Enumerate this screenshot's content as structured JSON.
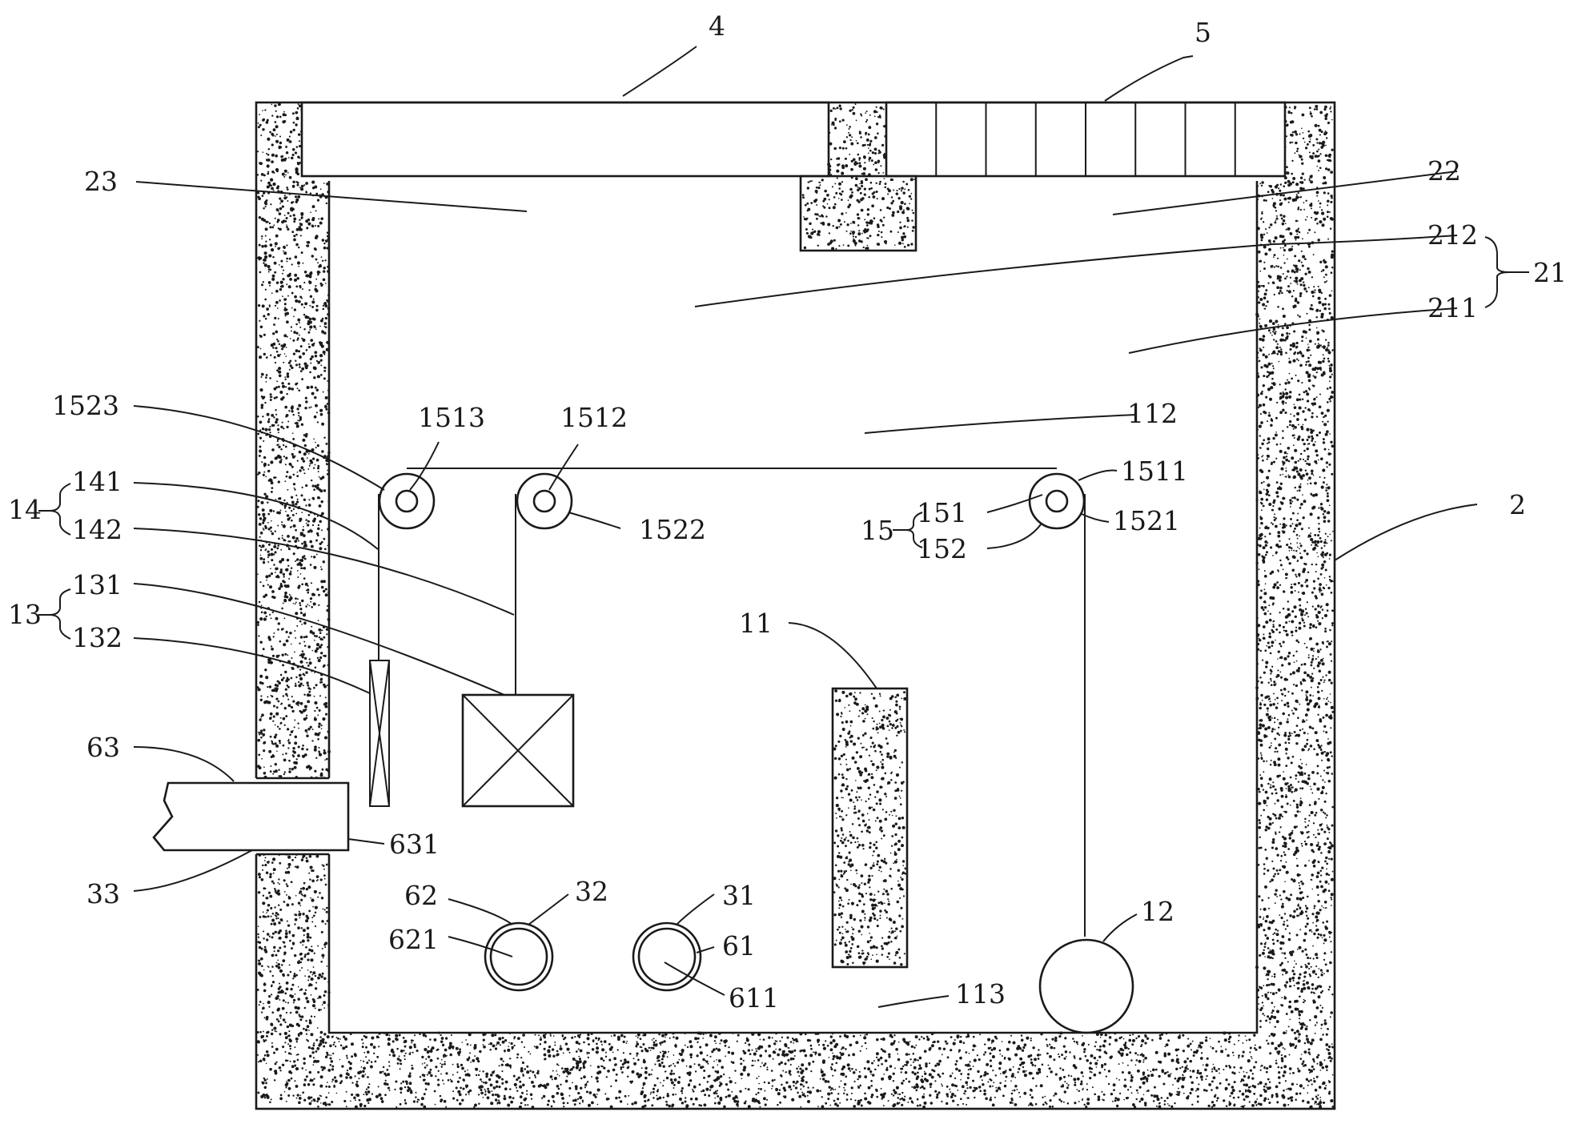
{
  "labels": {
    "l4": "4",
    "l5": "5",
    "l23": "23",
    "l22": "22",
    "l212": "212",
    "l211": "211",
    "l21": "21",
    "l1523": "1523",
    "l1513": "1513",
    "l1512": "1512",
    "l112": "112",
    "l1511": "1511",
    "l1521": "1521",
    "l1522": "1522",
    "l15": "15",
    "l151": "151",
    "l152": "152",
    "l2": "2",
    "l14": "14",
    "l141": "141",
    "l142": "142",
    "l13": "13",
    "l131": "131",
    "l132": "132",
    "l11": "11",
    "l63": "63",
    "l631": "631",
    "l33": "33",
    "l62": "62",
    "l621": "621",
    "l32": "32",
    "l31": "31",
    "l61": "61",
    "l611": "611",
    "l12": "12",
    "l113": "113"
  },
  "colors": {
    "line": "#1a1a1a",
    "background": "#ffffff"
  }
}
